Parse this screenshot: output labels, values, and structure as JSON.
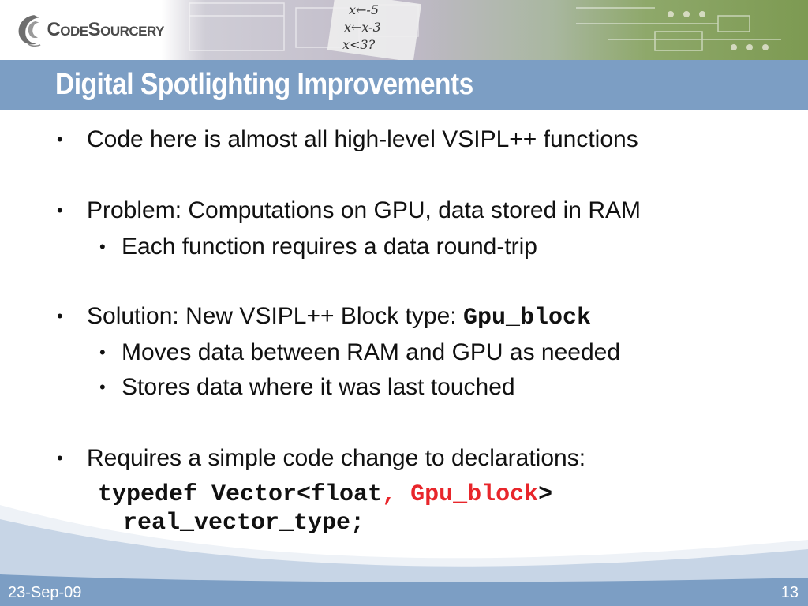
{
  "header": {
    "logo_text": "CodeSourcery",
    "art_texts": [
      "x←-5",
      "x←x-3",
      "x<3?"
    ]
  },
  "slide": {
    "title": "Digital Spotlighting Improvements",
    "bullets": [
      {
        "text": "Code here is almost all high-level VSIPL++ functions"
      },
      {
        "text": "Problem: Computations on GPU, data stored in RAM"
      },
      {
        "text": "Each function requires a data round-trip"
      },
      {
        "text": "Solution: New VSIPL++ Block type: ",
        "code": "Gpu_block"
      },
      {
        "text": "Moves data between RAM and GPU as needed"
      },
      {
        "text": "Stores data where it was last touched"
      },
      {
        "text": "Requires a simple code change to declarations:"
      }
    ],
    "code_line1": {
      "part1": "typedef Vector<float",
      "part2": ", ",
      "part3": "Gpu_block",
      "part4": ">"
    },
    "code_line2": "real_vector_type;"
  },
  "footer": {
    "date": "23-Sep-09",
    "page_number": "13"
  },
  "colors": {
    "title_bar": "#7c9ec4",
    "footer": "#7c9ec4",
    "highlight_red": "#e8262b"
  }
}
